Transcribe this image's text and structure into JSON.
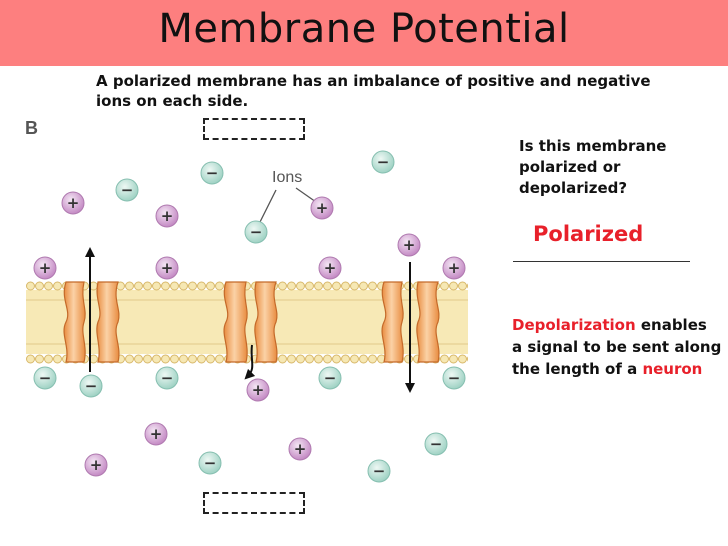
{
  "title": "Membrane Potential",
  "intro": "A polarized membrane has an imbalance of positive and negative ions on each side.",
  "figure_letter": "B",
  "ions_label": "Ions",
  "ion_symbols": {
    "positive": "+",
    "negative": "−"
  },
  "question": "Is this membrane polarized or depolarized?",
  "answer": "Polarized",
  "explanation": {
    "term": "Depolarization",
    "middle": " enables a signal to be sent along the length of a ",
    "highlight": "neuron"
  },
  "colors": {
    "title_bar": "#fd7f7f",
    "accent_red": "#e8202a",
    "positive_ion": "#c890c8",
    "negative_ion": "#a8d8cc",
    "membrane": "#f5e3a4",
    "channel": "#f0a05c"
  }
}
